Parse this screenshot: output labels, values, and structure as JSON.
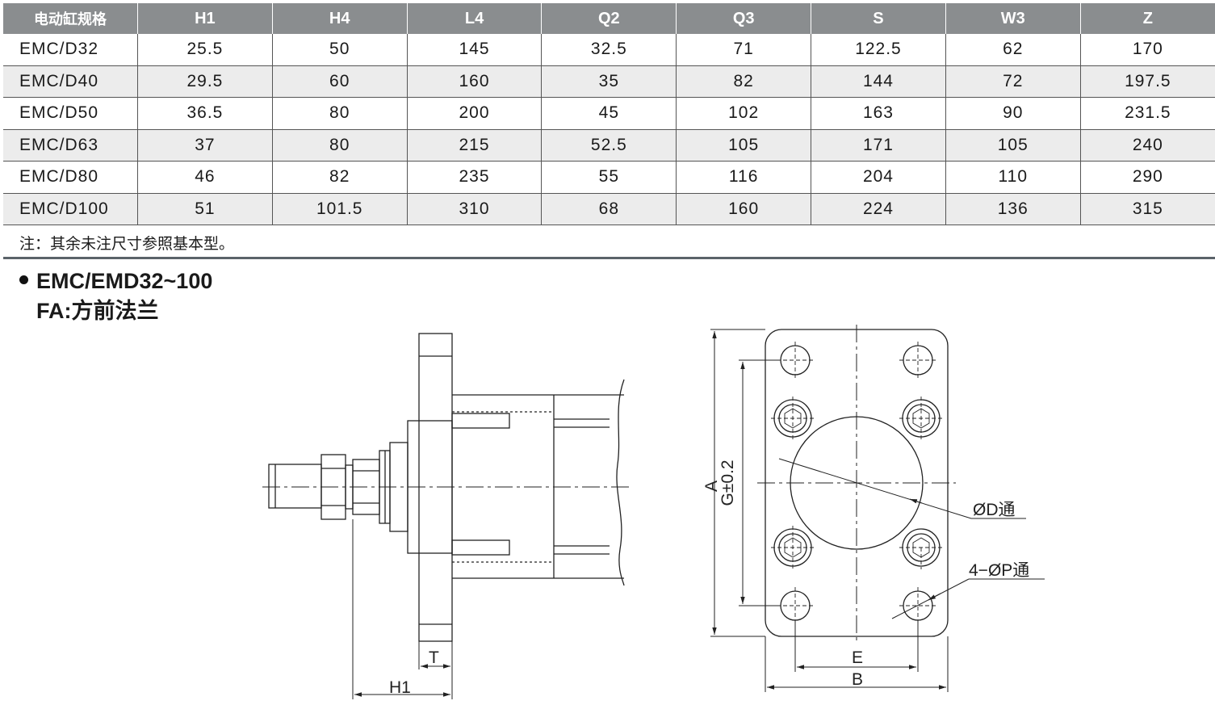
{
  "table": {
    "headers": [
      "电动缸规格",
      "H1",
      "H4",
      "L4",
      "Q2",
      "Q3",
      "S",
      "W3",
      "Z"
    ],
    "rows": [
      [
        "EMC/D32",
        "25.5",
        "50",
        "145",
        "32.5",
        "71",
        "122.5",
        "62",
        "170"
      ],
      [
        "EMC/D40",
        "29.5",
        "60",
        "160",
        "35",
        "82",
        "144",
        "72",
        "197.5"
      ],
      [
        "EMC/D50",
        "36.5",
        "80",
        "200",
        "45",
        "102",
        "163",
        "90",
        "231.5"
      ],
      [
        "EMC/D63",
        "37",
        "80",
        "215",
        "52.5",
        "105",
        "171",
        "105",
        "240"
      ],
      [
        "EMC/D80",
        "46",
        "82",
        "235",
        "55",
        "116",
        "204",
        "110",
        "290"
      ],
      [
        "EMC/D100",
        "51",
        "101.5",
        "310",
        "68",
        "160",
        "224",
        "136",
        "315"
      ]
    ]
  },
  "note": "注：其余未注尺寸参照基本型。",
  "section": {
    "title": "EMC/EMD32~100",
    "subtitle": "FA:方前法兰"
  },
  "drawing_labels": {
    "t": "T",
    "h1": "H1",
    "a": "A",
    "g": "G±0.2",
    "d": "ØD通",
    "p": "4−ØP通",
    "e": "E",
    "b": "B"
  }
}
